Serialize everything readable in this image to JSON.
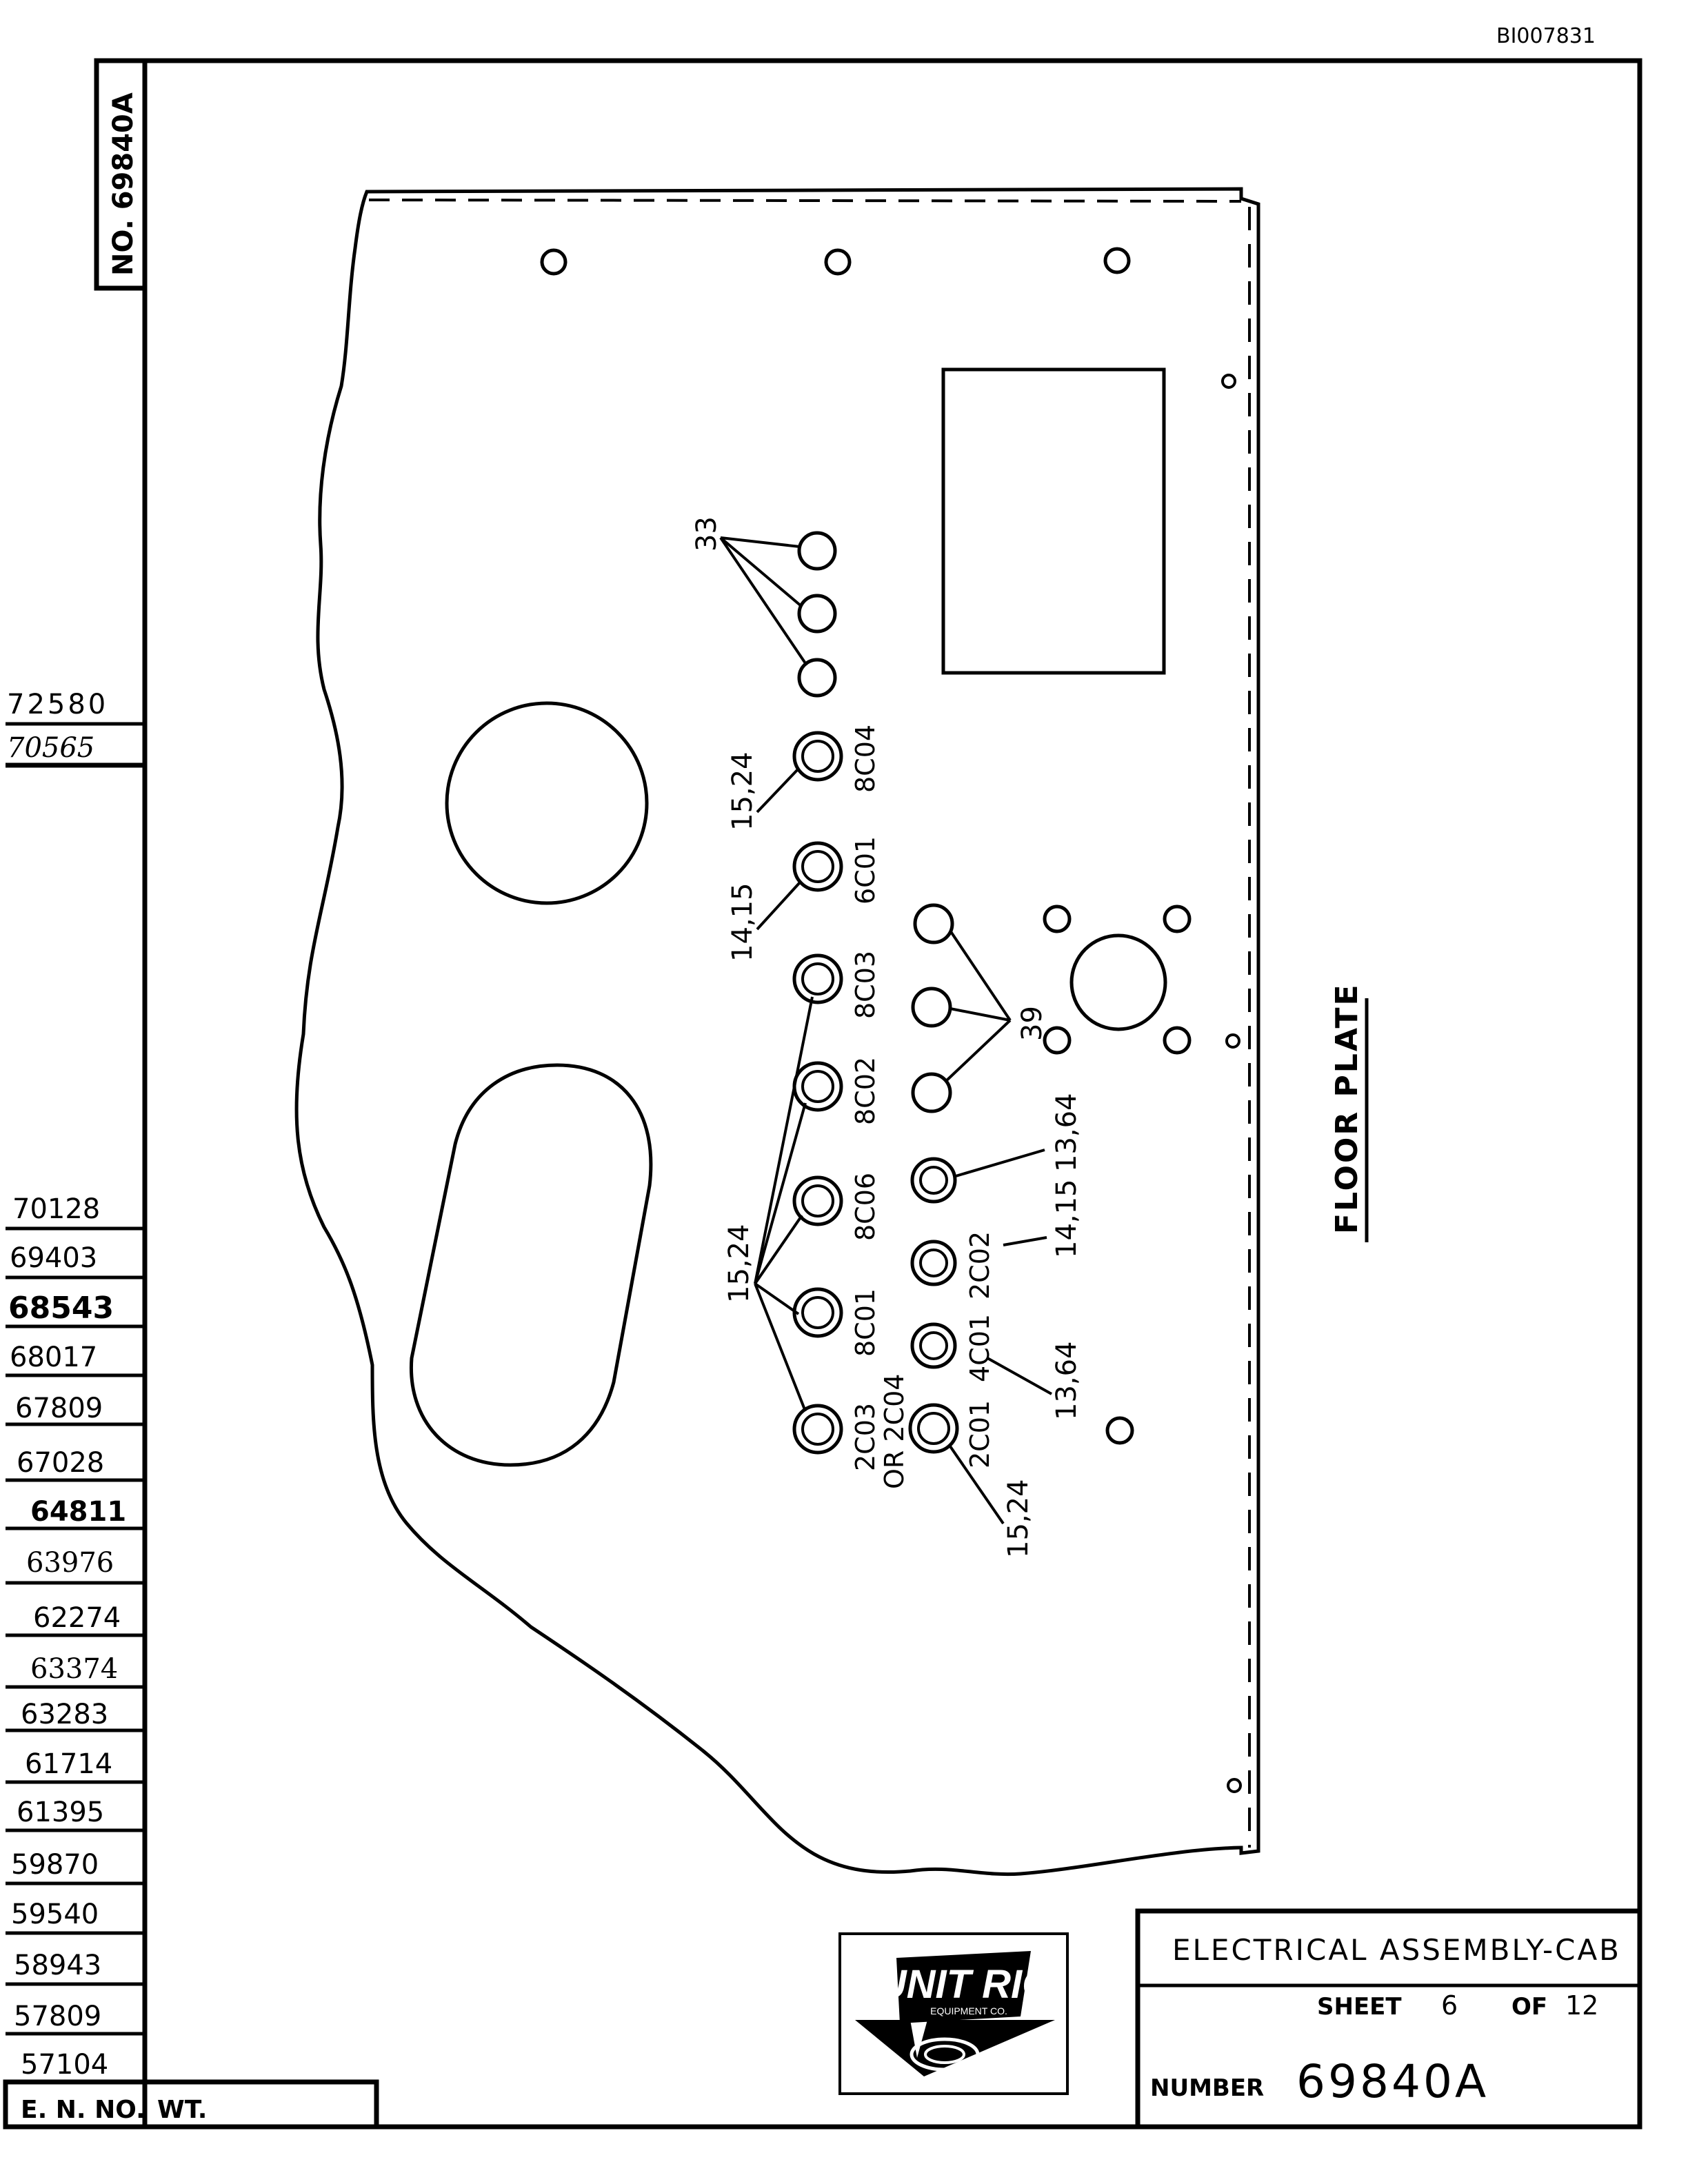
{
  "doc_id": "BI007831",
  "drawing_number_vertical": "NO. 69840A",
  "revision_numbers": [
    "72580",
    "70565",
    "70128",
    "69403",
    "68543",
    "68017",
    "67809",
    "67028",
    "64811",
    "63976",
    "62274",
    "63374",
    "63283",
    "61714",
    "61395",
    "59870",
    "59540",
    "58943",
    "57809",
    "57104"
  ],
  "revision_header": {
    "en_no": "E. N. NO.",
    "wt": "WT."
  },
  "part_title": "FLOOR PLATE",
  "callouts": {
    "c33": "33",
    "c39": "39",
    "c15_24_top": "15,24",
    "c14_15_left": "14,15",
    "c15_24_mid": "15,24",
    "c13_64_top": "13,64",
    "c14_15_right": "14,15",
    "c13_64_bottom": "13,64",
    "c15_24_bottom": "15,24"
  },
  "connectors": {
    "k8c04": "8C04",
    "k6c01": "6C01",
    "k8c03": "8C03",
    "k8c02": "8C02",
    "k8c06": "8C06",
    "k8c01": "8C01",
    "k2c03": "2C03",
    "k_or_2c04": "OR 2C04",
    "k2c02": "2C02",
    "k4c01": "4C01",
    "k2c01": "2C01"
  },
  "logo": {
    "text": "UNIT RIG",
    "subtext": "EQUIPMENT CO."
  },
  "title_block": {
    "title": "ELECTRICAL ASSEMBLY-CAB",
    "sheet_label": "SHEET",
    "sheet_no": "6",
    "of_label": "OF",
    "sheet_total": "12",
    "number_label": "NUMBER",
    "number": "69840A"
  }
}
